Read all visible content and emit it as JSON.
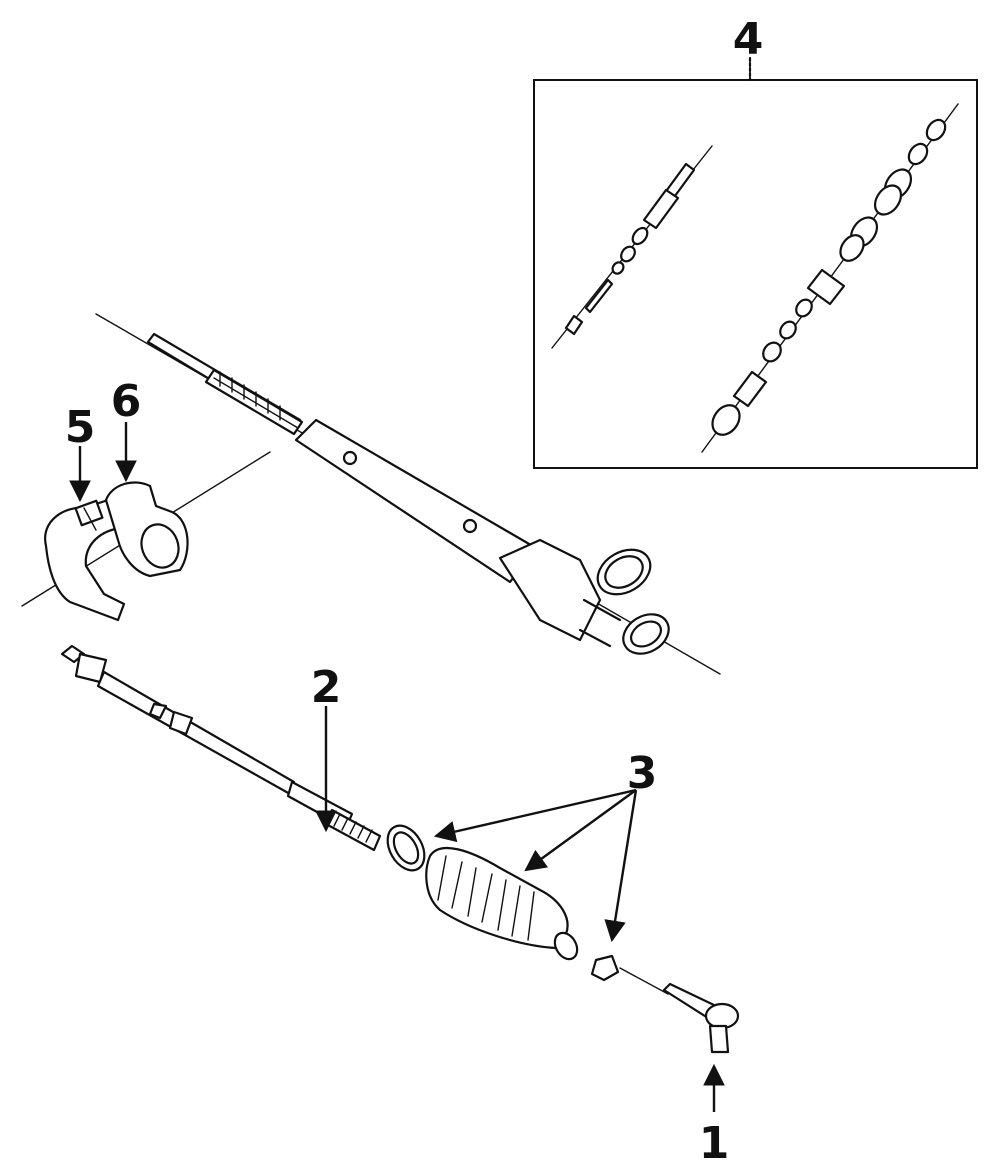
{
  "callouts": {
    "c1": "1",
    "c2": "2",
    "c3": "3",
    "c4": "4",
    "c5": "5",
    "c6": "6"
  },
  "colors": {
    "ink": "#111111",
    "background": "#ffffff"
  }
}
